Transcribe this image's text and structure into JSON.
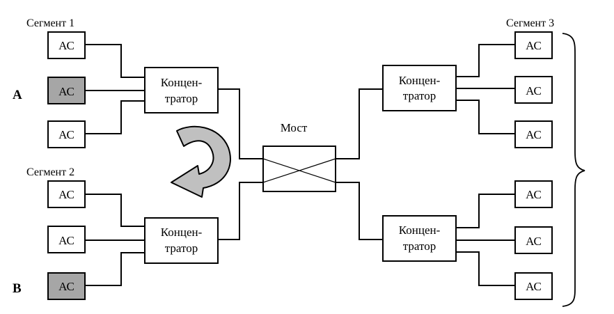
{
  "segments": {
    "seg1": "Сегмент 1",
    "seg2": "Сегмент 2",
    "seg3": "Сегмент 3"
  },
  "station_label": "АС",
  "hub": {
    "line1": "Концен-",
    "line2": "тратор"
  },
  "bridge_label": "Мост",
  "marker_a": "A",
  "marker_b": "B",
  "colors": {
    "highlighted_station": "#a6a6a6",
    "arrow_fill": "#c0c0c0",
    "line": "#000000"
  }
}
